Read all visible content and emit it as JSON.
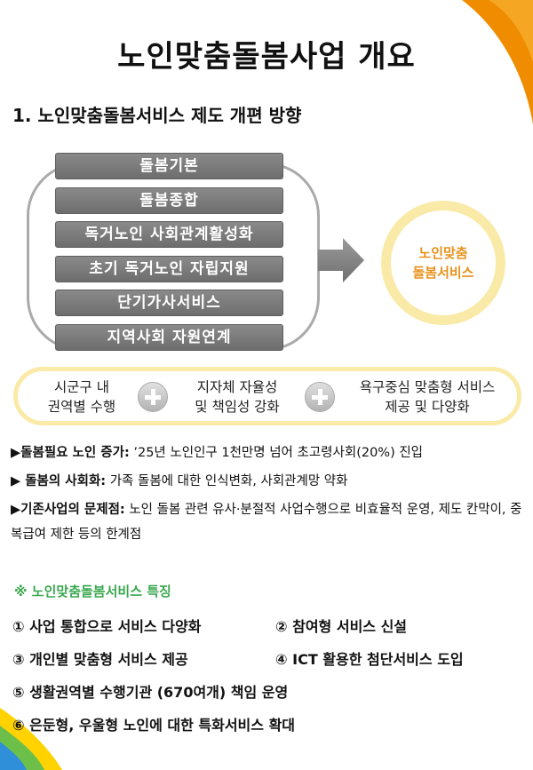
{
  "title": "노인맞춤돌봄사업 개요",
  "section_heading": "1. 노인맞춤돌봄서비스 제도 개편 방향",
  "programs": [
    "돌봄기본",
    "돌봄종합",
    "독거노인 사회관계활성화",
    "초기 독거노인 자립지원",
    "단기가사서비스",
    "지역사회 자원연계"
  ],
  "result": {
    "line1": "노인맞춤",
    "line2": "돌봄서비스"
  },
  "principles": [
    {
      "line1": "시군구 내",
      "line2": "권역별 수행"
    },
    {
      "line1": "지자체 자율성",
      "line2": "및 책임성 강화"
    },
    {
      "line1": "욕구중심 맞춤형 서비스",
      "line2": "제공 및 다양화"
    }
  ],
  "bullets": [
    {
      "label": "▶돌봄필요 노인 증가:",
      "text": " ’25년 노인인구 1천만명 넘어 초고령사회(20%) 진입"
    },
    {
      "label": "▶ 돌봄의 사회화:",
      "text": " 가족 돌봄에 대한 인식변화, 사회관계망 약화"
    },
    {
      "label": "▶기존사업의 문제점:",
      "text": " 노인 돌봄 관련 유사·분절적 사업수행으로 비효율적 운영, 제도 칸막이, 중복급여 제한 등의 한계점"
    }
  ],
  "feature_heading": "※  노인맞춤돌봄서비스 특징",
  "features": {
    "f1": "① 사업 통합으로 서비스 다양화",
    "f2": "② 참여형 서비스 신설",
    "f3": "③ 개인별 맞춤형 서비스 제공",
    "f4": "④ ICT 활용한 첨단서비스 도입",
    "f5": "⑤ 생활권역별 수행기관 (670여개) 책임 운영",
    "f6": "⑥ 은둔형, 우울형 노인에 대한 특화서비스 확대"
  },
  "colors": {
    "accent_orange": "#f08c00",
    "accent_green": "#3aa84f",
    "circle_ring": "#faeaa8",
    "bar_gray": "#7a7a7a"
  }
}
